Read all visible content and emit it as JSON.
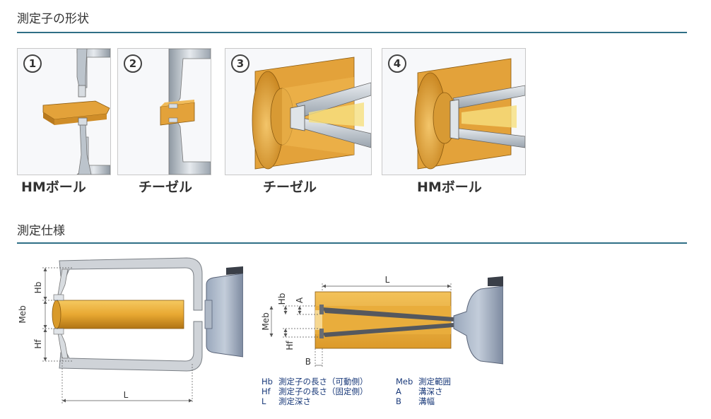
{
  "sections": {
    "probe_shape_title": "測定子の形状",
    "probe_spec_title": "測定仕様"
  },
  "probe_types": [
    {
      "number": "1",
      "caption": "HMボール"
    },
    {
      "number": "2",
      "caption": "チーゼル"
    },
    {
      "number": "3",
      "caption": "チーゼル"
    },
    {
      "number": "4",
      "caption": "HMボール"
    }
  ],
  "diagram_left": {
    "labels": {
      "hb": "Hb",
      "meb": "Meb",
      "hf": "Hf",
      "l": "L"
    }
  },
  "diagram_right": {
    "labels": {
      "hb": "Hb",
      "a": "A",
      "meb": "Meb",
      "hf": "Hf",
      "l": "L",
      "b": "B"
    }
  },
  "legend": {
    "left": [
      {
        "code": "Hb",
        "text": "測定子の長さ（可動側）"
      },
      {
        "code": "Hf",
        "text": "測定子の長さ（固定側）"
      },
      {
        "code": "L",
        "text": "測定深さ"
      }
    ],
    "right": [
      {
        "code": "Meb",
        "text": "測定範囲"
      },
      {
        "code": "A",
        "text": "溝深さ"
      },
      {
        "code": "B",
        "text": "溝幅"
      }
    ]
  },
  "colors": {
    "accent_rule": "#2f6f86",
    "workpiece": "#e0a030",
    "legend_text": "#1a3a7a"
  }
}
